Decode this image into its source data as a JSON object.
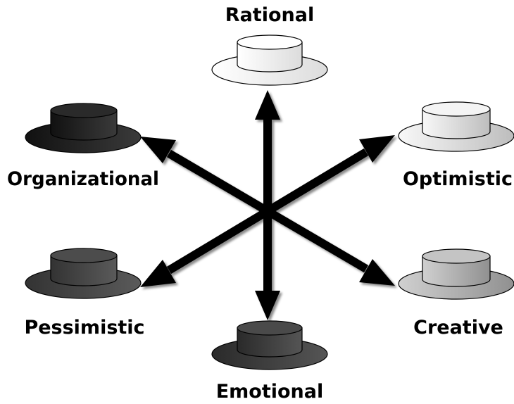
{
  "hats": [
    {
      "id": "rational",
      "label": "Rational",
      "color": "#ffffff"
    },
    {
      "id": "optimistic",
      "label": "Optimistic",
      "color": "#ececec"
    },
    {
      "id": "creative",
      "label": "Creative",
      "color": "#b4b4b4"
    },
    {
      "id": "emotional",
      "label": "Emotional",
      "color": "#3c3c3c"
    },
    {
      "id": "pessimistic",
      "label": "Pessimistic",
      "color": "#454545"
    },
    {
      "id": "organizational",
      "label": "Organizational",
      "color": "#1e1e1e"
    }
  ],
  "arrow_color": "#000000"
}
